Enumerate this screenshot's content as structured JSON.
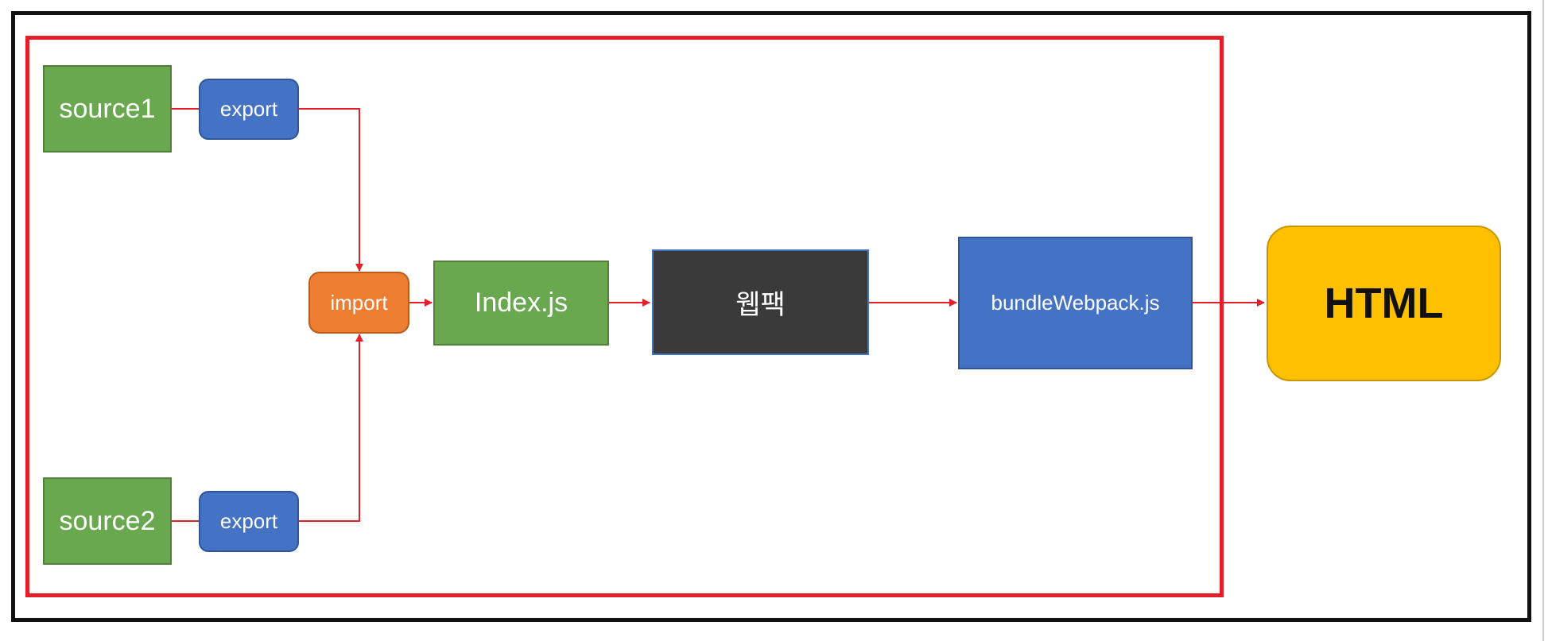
{
  "nodes": {
    "source1": "source1",
    "source2": "source2",
    "export1": "export",
    "export2": "export",
    "import": "import",
    "index": "Index.js",
    "webpack": "웹팩",
    "bundle": "bundleWebpack.js",
    "html": "HTML"
  },
  "colors": {
    "source": "#6aa84f",
    "export": "#4472c4",
    "import": "#ed7d31",
    "webpack": "#3a3a3a",
    "bundle": "#4472c4",
    "html": "#ffc000",
    "arrow": "#e3202a",
    "frame": "#e3202a",
    "outer": "#111111"
  }
}
